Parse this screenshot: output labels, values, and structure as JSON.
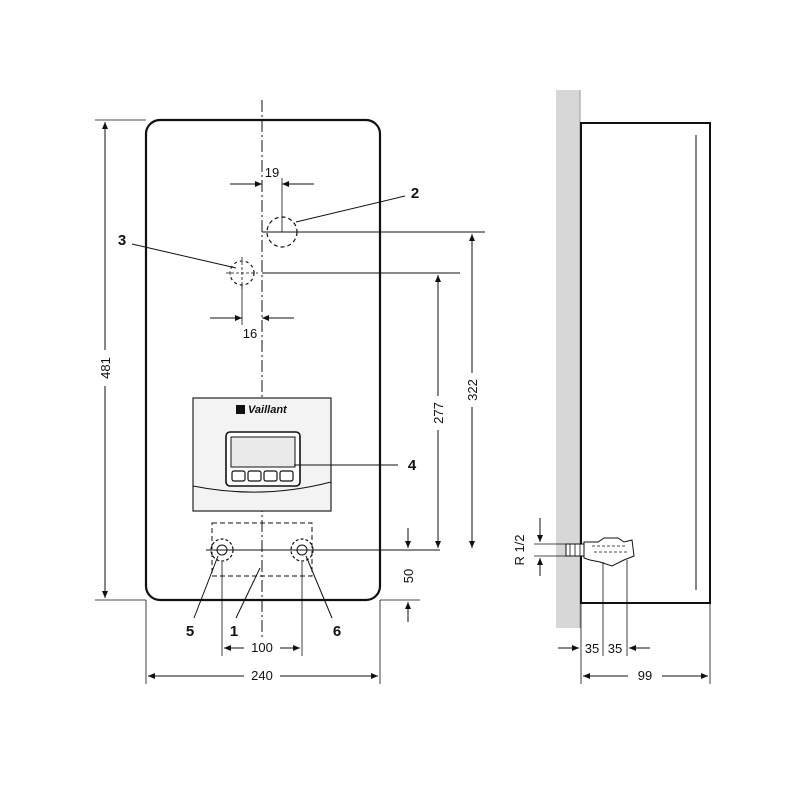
{
  "front_view": {
    "callouts": {
      "c1": "1",
      "c2": "2",
      "c3": "3",
      "c4": "4",
      "c5": "5",
      "c6": "6"
    },
    "dimensions": {
      "overall_height": "481",
      "overall_width": "240",
      "connection_spacing": "100",
      "offset_19": "19",
      "offset_16": "16",
      "height_322": "322",
      "height_277": "277",
      "bottom_50": "50"
    },
    "brand": "Vaillant"
  },
  "side_view": {
    "dimensions": {
      "depth": "99",
      "pipe_offset_1": "35",
      "pipe_offset_2": "35",
      "thread": "R 1/2"
    }
  }
}
